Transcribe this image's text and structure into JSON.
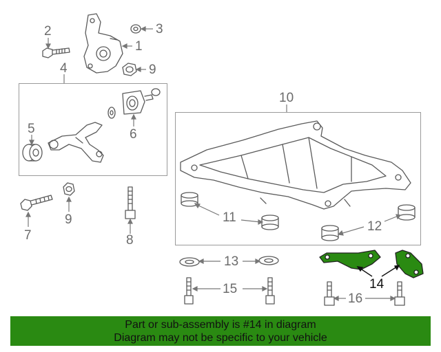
{
  "callouts": {
    "c1": "1",
    "c2": "2",
    "c3": "3",
    "c4": "4",
    "c5": "5",
    "c6": "6",
    "c7": "7",
    "c8": "8",
    "c9a": "9",
    "c9b": "9",
    "c10": "10",
    "c11": "11",
    "c12": "12",
    "c13": "13",
    "c14": "14",
    "c15": "15",
    "c16": "16"
  },
  "highlight": {
    "part_number": "14",
    "color": "#2a8a12"
  },
  "banner": {
    "line1": "Part or sub-assembly is #14 in diagram",
    "line2": "Diagram may not be specific to your vehicle",
    "background": "#2a8a12"
  },
  "colors": {
    "line": "#5a5a5a",
    "label": "#6b6b6b",
    "part_fill": "#ffffff",
    "highlight_fill": "#2a8a12"
  }
}
